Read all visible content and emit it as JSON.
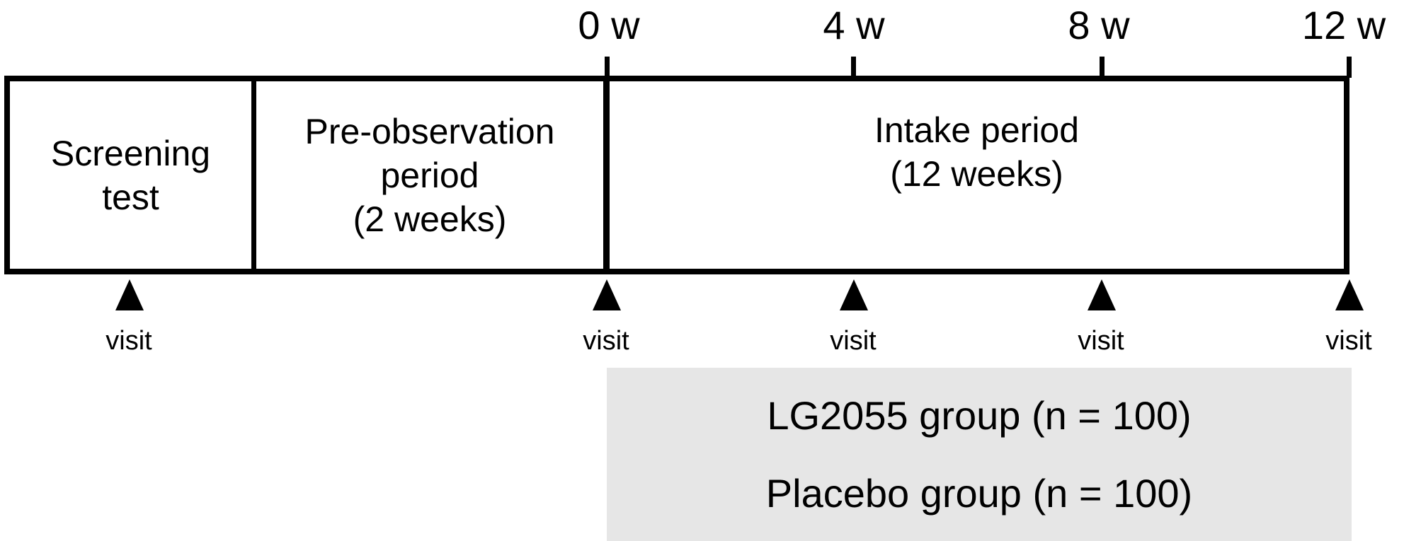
{
  "weeks": [
    {
      "label": "0 w"
    },
    {
      "label": "4 w"
    },
    {
      "label": "8 w"
    },
    {
      "label": "12 w"
    }
  ],
  "periods": {
    "screening": {
      "line1": "Screening",
      "line2": "test"
    },
    "pre_observation": {
      "line1": "Pre-observation",
      "line2": "period",
      "line3": "(2 weeks)"
    },
    "intake": {
      "line1": "Intake period",
      "line2": "(12 weeks)"
    }
  },
  "visits": [
    {
      "label": "visit"
    },
    {
      "label": "visit"
    },
    {
      "label": "visit"
    },
    {
      "label": "visit"
    },
    {
      "label": "visit"
    }
  ],
  "groups": [
    {
      "label": "LG2055 group (n = 100)"
    },
    {
      "label": "Placebo group (n = 100)"
    }
  ],
  "colors": {
    "line": "#000000",
    "group_background": "#e6e6e6"
  }
}
